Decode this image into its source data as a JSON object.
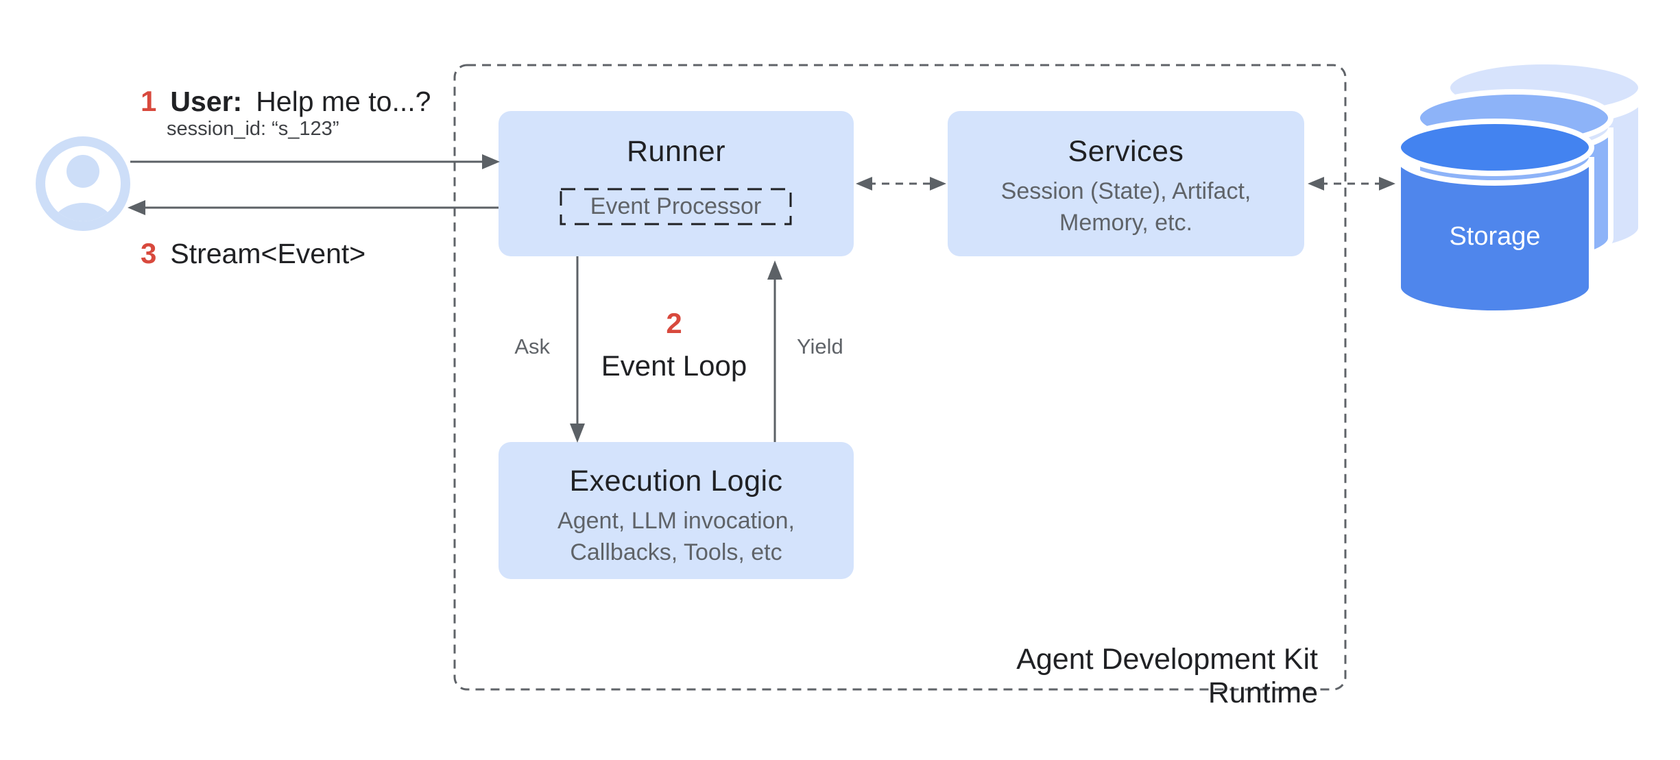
{
  "user_flow": {
    "step1": {
      "number": "1",
      "label": "User:",
      "text": "Help me to...?"
    },
    "session_line": "session_id: “s_123”",
    "step3": {
      "number": "3",
      "text": "Stream<Event>"
    }
  },
  "runtime": {
    "label": "Agent Development Kit Runtime",
    "runner": {
      "title": "Runner",
      "event_processor_label": "Event Processor"
    },
    "services": {
      "title": "Services",
      "subtitle": "Session (State), Artifact,\nMemory, etc."
    },
    "execution_logic": {
      "title": "Execution Logic",
      "subtitle": "Agent, LLM invocation,\nCallbacks, Tools, etc"
    },
    "event_loop": {
      "number": "2",
      "label": "Event Loop"
    },
    "ask_label": "Ask",
    "yield_label": "Yield"
  },
  "storage": {
    "label": "Storage"
  },
  "colors": {
    "box_fill": "#d4e3fc",
    "icon_blue": "#cddef8",
    "text_dark": "#202124",
    "text_gray": "#5f6368",
    "arrow_gray": "#5c6166",
    "accent_red": "#d8493d",
    "storage_front_body": "#4f86ec",
    "storage_front_top": "#4383f0",
    "storage_middle": "#8db3f8",
    "storage_back": "#d7e3fc"
  }
}
